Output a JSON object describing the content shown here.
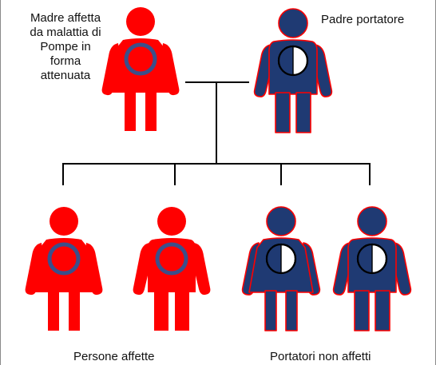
{
  "labels": {
    "mother": [
      "Madre affetta",
      "da malattia di",
      "Pompe in",
      "forma",
      "attenuata"
    ],
    "father": "Padre portatore",
    "affected_children": "Persone affette",
    "carrier_children": "Portatori non affetti"
  },
  "colors": {
    "affected_red": "#ff0000",
    "carrier_navy": "#1f3a73",
    "circle_outline_affected": "#3b4f8a",
    "carrier_half_white": "#ffffff",
    "line": "#000000"
  },
  "figures": [
    {
      "id": "mother",
      "sex": "female",
      "status": "affected"
    },
    {
      "id": "father",
      "sex": "male",
      "status": "carrier"
    },
    {
      "id": "child-1",
      "sex": "female",
      "status": "affected"
    },
    {
      "id": "child-2",
      "sex": "male",
      "status": "affected"
    },
    {
      "id": "child-3",
      "sex": "female",
      "status": "carrier"
    },
    {
      "id": "child-4",
      "sex": "male",
      "status": "carrier"
    }
  ],
  "icons": [
    "female-figure-icon",
    "male-figure-icon",
    "carrier-half-circle-icon",
    "affected-ring-icon"
  ]
}
